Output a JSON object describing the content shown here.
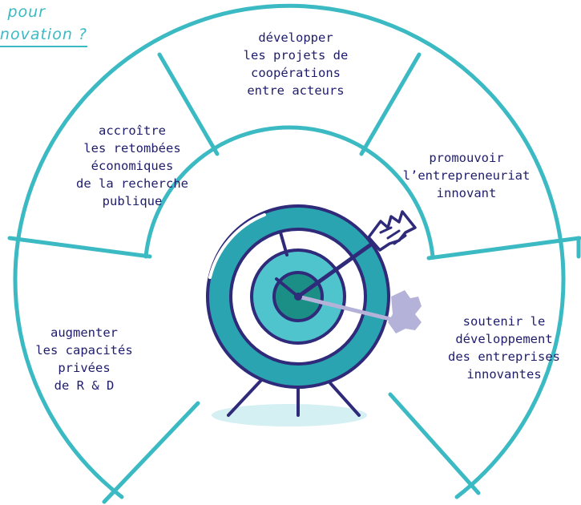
{
  "header": {
    "line1": "pour",
    "line2": "novation ?"
  },
  "segments": [
    {
      "id": "cooperation",
      "lines": [
        "développer",
        "les projets de",
        "coopérations",
        "entre acteurs"
      ]
    },
    {
      "id": "retombees",
      "lines": [
        "accroître",
        "les retombées",
        "économiques",
        "de la recherche",
        "publique"
      ]
    },
    {
      "id": "entrepreneuriat",
      "lines": [
        "promouvoir",
        "l’entrepreneuriat",
        "innovant"
      ]
    },
    {
      "id": "capacites",
      "lines": [
        "augmenter",
        "les capacités",
        "privées",
        "de R & D"
      ]
    },
    {
      "id": "entreprises",
      "lines": [
        "soutenir le",
        "développement",
        "des entreprises",
        "innovantes"
      ]
    }
  ],
  "colors": {
    "wheel_line": "#3bbac3",
    "text": "#1f1d6b",
    "target_dark": "#2aa4b0",
    "target_light": "#4fc4cc",
    "bullseye": "#1b8f86",
    "arrow": "#2f2a7a",
    "arrow_fletch": "#ffffff",
    "ghost_arrow": "#b4b2d8",
    "shadow": "#d4f0f2"
  },
  "icons": {
    "target": "target-icon",
    "arrow": "arrow-icon"
  }
}
